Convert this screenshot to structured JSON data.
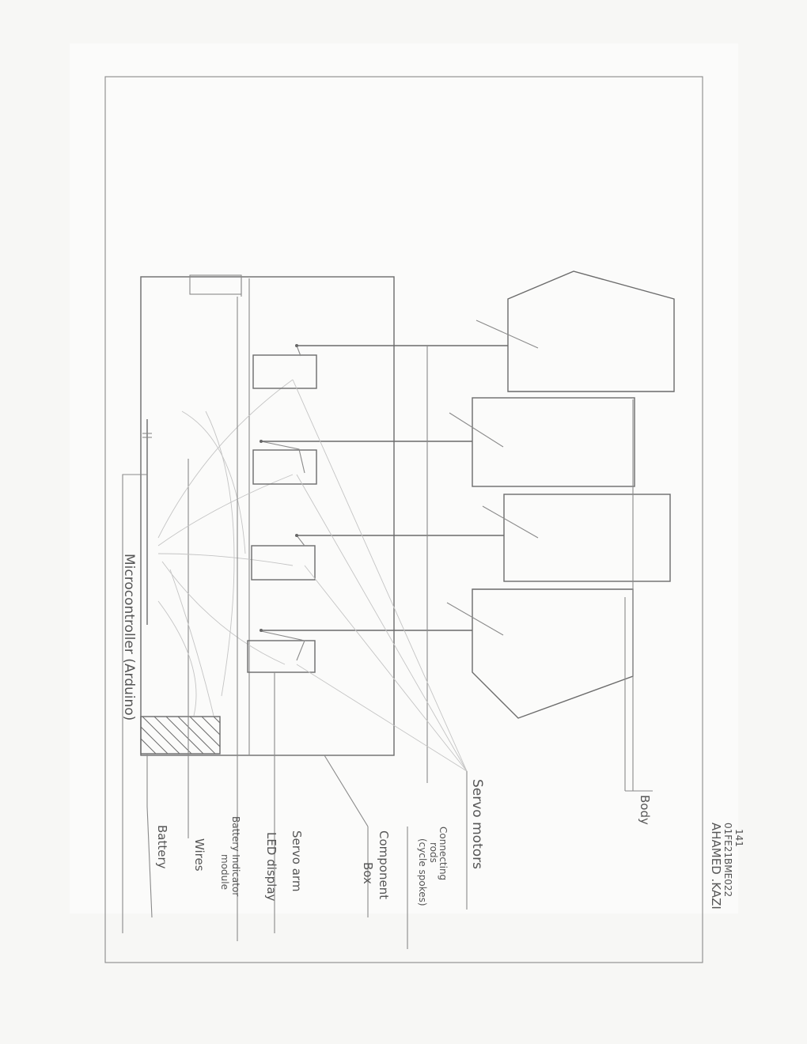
{
  "labels": {
    "microcontroller": "Microcontroller (Arduino)",
    "servo_motors": "Servo motors",
    "body": "Body",
    "connecting_rods_line1": "Connecting",
    "connecting_rods_line2": "rods",
    "connecting_rods_line3": "(cycle spokes)",
    "component_box_line1": "Component",
    "component_box_line2": "Box",
    "servo_arm": "Servo arm",
    "led_display": "LED display",
    "battery_indicator_line1": "Battery Indicator",
    "battery_indicator_line2": "module",
    "wires": "Wires",
    "battery": "Battery"
  },
  "signature": {
    "line1": "141",
    "line2": "01FE21BME022",
    "line3": "AHAMED .KAZI"
  },
  "colors": {
    "paper": "#f7f7f5",
    "pencil": "#6b6b6b"
  }
}
